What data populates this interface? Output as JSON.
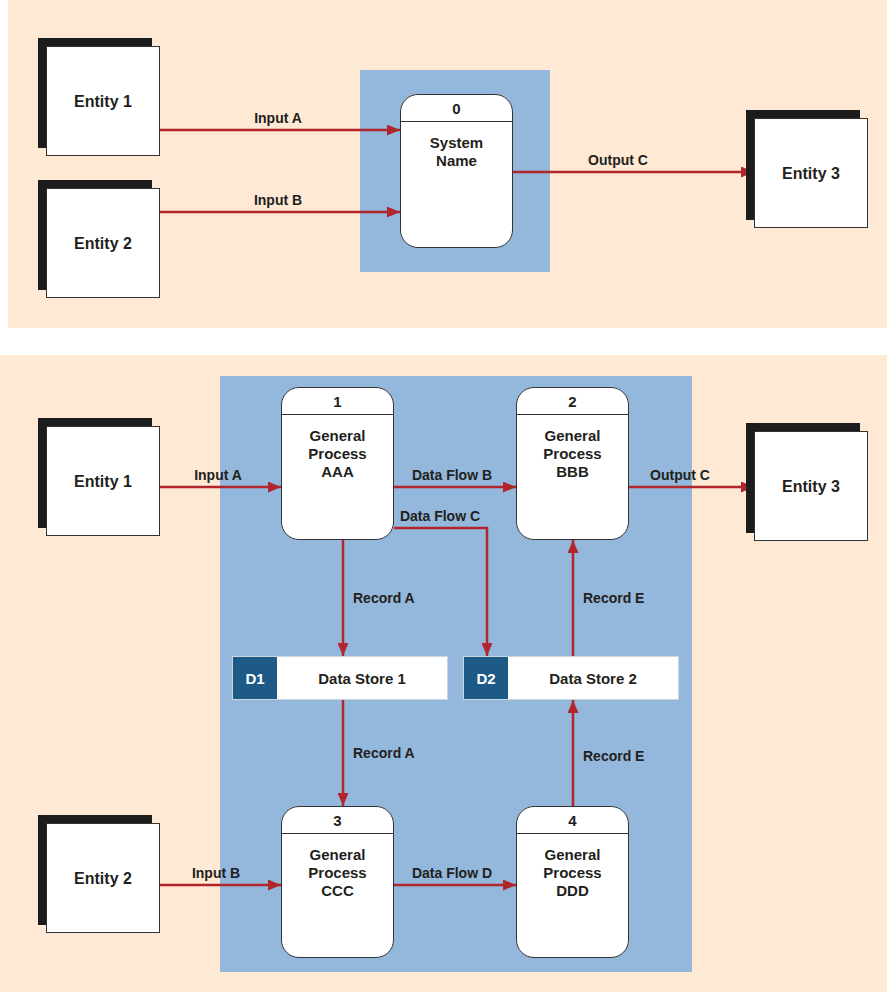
{
  "diagram": {
    "nodes": [
      {
        "text": [
          "Entity 1"
        ]
      },
      {
        "text": [
          "Entity 2"
        ]
      },
      {
        "text": [
          "0",
          "System Name"
        ]
      },
      {
        "text": [
          "Entity 3"
        ]
      },
      {
        "text": [
          "Entity 1"
        ]
      },
      {
        "text": [
          "1",
          "General Process AAA"
        ]
      },
      {
        "text": [
          "2",
          "General Process BBB"
        ]
      },
      {
        "text": [
          "Entity 3"
        ]
      },
      {
        "text": [
          "D1",
          "Data Store 1"
        ]
      },
      {
        "text": [
          "D2",
          "Data Store 2"
        ]
      },
      {
        "text": [
          "Entity 2"
        ]
      },
      {
        "text": [
          "3",
          "General Process CCC"
        ]
      },
      {
        "text": [
          "4",
          "General Process DDD"
        ]
      }
    ],
    "edges": [
      {
        "from": 0,
        "to": 2,
        "label": "Input A",
        "arrow": "to"
      },
      {
        "from": 1,
        "to": 2,
        "label": "Input B",
        "arrow": "to"
      },
      {
        "from": 2,
        "to": 3,
        "label": "Output C",
        "arrow": "to"
      },
      {
        "from": 4,
        "to": 5,
        "label": "Input A",
        "arrow": "to"
      },
      {
        "from": 5,
        "to": 6,
        "label": "Data Flow B",
        "arrow": "to"
      },
      {
        "from": 5,
        "to": 9,
        "label": "Data Flow C",
        "arrow": "to"
      },
      {
        "from": 6,
        "to": 7,
        "label": "Output C",
        "arrow": "to"
      },
      {
        "from": 5,
        "to": 8,
        "label": "Record A",
        "arrow": "to"
      },
      {
        "from": 8,
        "to": 11,
        "label": "Record A",
        "arrow": "to"
      },
      {
        "from": 9,
        "to": 6,
        "label": "Record E",
        "arrow": "to"
      },
      {
        "from": 12,
        "to": 9,
        "label": "Record E",
        "arrow": "to"
      },
      {
        "from": 10,
        "to": 11,
        "label": "Input B",
        "arrow": "to"
      },
      {
        "from": 11,
        "to": 12,
        "label": "Data Flow D",
        "arrow": "to"
      }
    ]
  }
}
